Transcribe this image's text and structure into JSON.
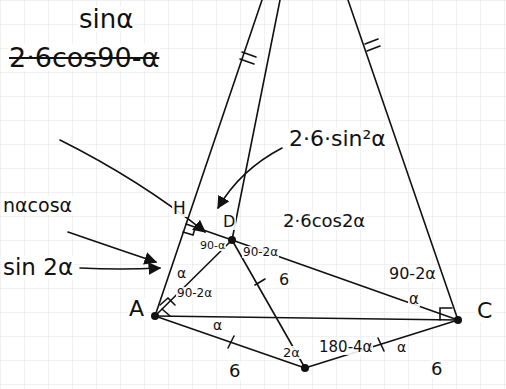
{
  "diagram": {
    "labels": [
      "sinα",
      "2·6cos90-α",
      "2·6·sin²α",
      "nαcosα",
      "sin 2α",
      "H",
      "D",
      "A",
      "C",
      "2·6cos2α",
      "90-α",
      "90-2α",
      "α",
      "90-2α",
      "6",
      "α",
      "6",
      "2α",
      "180-4α",
      "α",
      "6",
      "90-2α",
      "α"
    ]
  }
}
